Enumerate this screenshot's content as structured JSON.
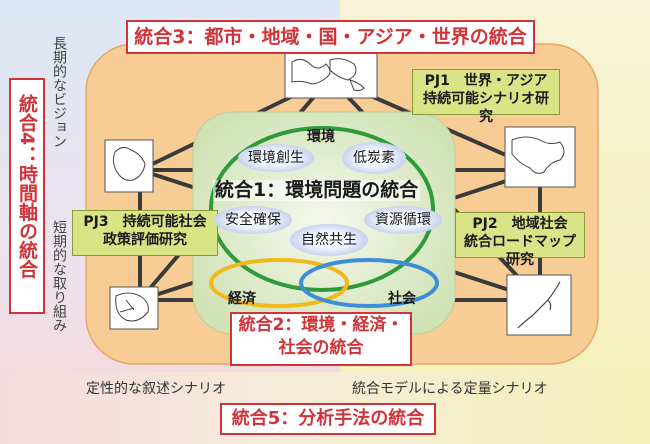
{
  "integration3": "統合3：都市・地域・国・アジア・世界の統合",
  "integration4": "統合4：時間軸の統合",
  "long_term": "長期的なビジョン",
  "short_term": "短期的な取り組み",
  "pj1": [
    "PJ1　世界・アジア",
    "持続可能シナリオ研究"
  ],
  "pj2": [
    "PJ2　地域社会",
    "統合ロードマップ研究"
  ],
  "pj3": [
    "PJ3　持続可能社会",
    "政策評価研究"
  ],
  "env_label": "環境",
  "env_creation": "環境創生",
  "low_carbon": "低炭素",
  "integration1": "統合1：環境問題の統合",
  "safety": "安全確保",
  "resource_cycle": "資源循環",
  "nature": "自然共生",
  "economy": "経済",
  "society": "社会",
  "integration2": [
    "統合2：環境・経済・",
    "社会の統合"
  ],
  "qualitative": "定性的な叙述シナリオ",
  "quantitative": "統合モデルによる定量シナリオ",
  "integration5": "統合5：分析手法の統合",
  "colors": {
    "red": "#d0343a",
    "green": "#2e9a3a",
    "blue": "#3d8ed6",
    "yellow": "#f0b81c",
    "orange_bg": "#f7cd95",
    "pj_fill": "#d8e486"
  }
}
